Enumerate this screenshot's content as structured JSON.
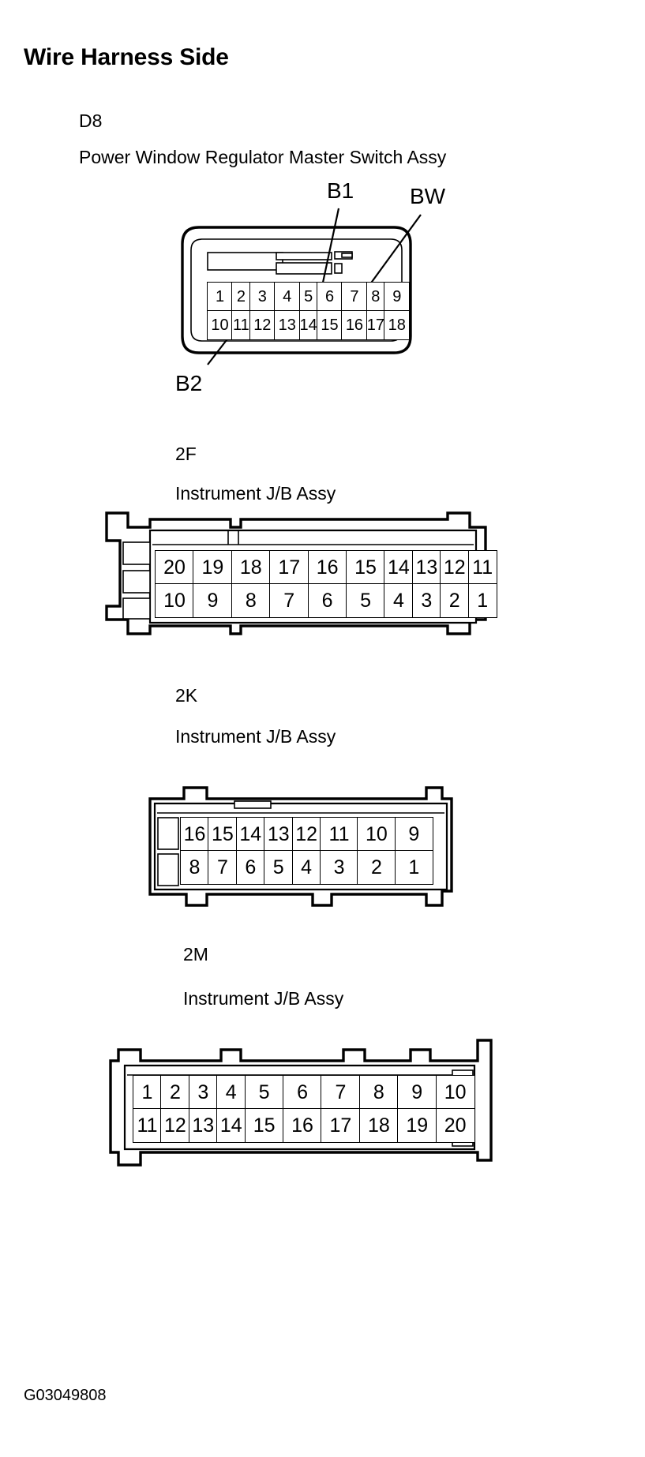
{
  "page": {
    "title": "Wire Harness Side",
    "figure_id": "G03049808",
    "background_color": "#ffffff",
    "line_color": "#000000"
  },
  "connectors": [
    {
      "code": "D8",
      "name": "Power Window Regulator Master Switch Assy",
      "shape": "rounded-rectangle-18-pin",
      "callouts": [
        {
          "label": "B1",
          "points_to_pin": "6",
          "position": "top"
        },
        {
          "label": "BW",
          "points_to_pin": "7",
          "position": "top-right"
        },
        {
          "label": "B2",
          "points_to_pin": "11",
          "position": "bottom-left"
        }
      ],
      "rows": [
        {
          "name": "upper",
          "pins": [
            {
              "number": "1",
              "width": "wide"
            },
            {
              "number": "2",
              "width": "narrow"
            },
            {
              "number": "3",
              "width": "wide"
            },
            {
              "number": "4",
              "width": "wide"
            },
            {
              "number": "5",
              "width": "narrow"
            },
            {
              "number": "6",
              "width": "wide"
            },
            {
              "number": "7",
              "width": "wide"
            },
            {
              "number": "8",
              "width": "narrow"
            },
            {
              "number": "9",
              "width": "wide"
            }
          ]
        },
        {
          "name": "lower",
          "pins": [
            {
              "number": "10",
              "width": "wide"
            },
            {
              "number": "11",
              "width": "narrow"
            },
            {
              "number": "12",
              "width": "wide"
            },
            {
              "number": "13",
              "width": "wide"
            },
            {
              "number": "14",
              "width": "narrow"
            },
            {
              "number": "15",
              "width": "wide"
            },
            {
              "number": "16",
              "width": "wide"
            },
            {
              "number": "17",
              "width": "narrow"
            },
            {
              "number": "18",
              "width": "wide"
            }
          ]
        }
      ]
    },
    {
      "code": "2F",
      "name": "Instrument J/B Assy",
      "shape": "wide-flanged-20-pin",
      "callouts": [],
      "rows": [
        {
          "name": "upper",
          "pins": [
            {
              "number": "20",
              "width": "wide"
            },
            {
              "number": "19",
              "width": "wide"
            },
            {
              "number": "18",
              "width": "wide"
            },
            {
              "number": "17",
              "width": "wide"
            },
            {
              "number": "16",
              "width": "wide"
            },
            {
              "number": "15",
              "width": "wide"
            },
            {
              "number": "14",
              "width": "narrow"
            },
            {
              "number": "13",
              "width": "narrow"
            },
            {
              "number": "12",
              "width": "narrow"
            },
            {
              "number": "11",
              "width": "narrow"
            }
          ]
        },
        {
          "name": "lower",
          "pins": [
            {
              "number": "10",
              "width": "wide"
            },
            {
              "number": "9",
              "width": "wide"
            },
            {
              "number": "8",
              "width": "wide"
            },
            {
              "number": "7",
              "width": "wide"
            },
            {
              "number": "6",
              "width": "wide"
            },
            {
              "number": "5",
              "width": "wide"
            },
            {
              "number": "4",
              "width": "narrow"
            },
            {
              "number": "3",
              "width": "narrow"
            },
            {
              "number": "2",
              "width": "narrow"
            },
            {
              "number": "1",
              "width": "narrow"
            }
          ]
        }
      ]
    },
    {
      "code": "2K",
      "name": "Instrument J/B Assy",
      "shape": "flanged-16-pin",
      "callouts": [],
      "rows": [
        {
          "name": "upper",
          "pins": [
            {
              "number": "16",
              "width": "narrow"
            },
            {
              "number": "15",
              "width": "narrow"
            },
            {
              "number": "14",
              "width": "narrow"
            },
            {
              "number": "13",
              "width": "narrow"
            },
            {
              "number": "12",
              "width": "narrow"
            },
            {
              "number": "11",
              "width": "wide"
            },
            {
              "number": "10",
              "width": "wide"
            },
            {
              "number": "9",
              "width": "wide"
            }
          ]
        },
        {
          "name": "lower",
          "pins": [
            {
              "number": "8",
              "width": "narrow"
            },
            {
              "number": "7",
              "width": "narrow"
            },
            {
              "number": "6",
              "width": "narrow"
            },
            {
              "number": "5",
              "width": "narrow"
            },
            {
              "number": "4",
              "width": "narrow"
            },
            {
              "number": "3",
              "width": "wide"
            },
            {
              "number": "2",
              "width": "wide"
            },
            {
              "number": "1",
              "width": "wide"
            }
          ]
        }
      ]
    },
    {
      "code": "2M",
      "name": "Instrument J/B Assy",
      "shape": "flanged-20-pin",
      "callouts": [],
      "rows": [
        {
          "name": "upper",
          "pins": [
            {
              "number": "1",
              "width": "narrow"
            },
            {
              "number": "2",
              "width": "narrow"
            },
            {
              "number": "3",
              "width": "narrow"
            },
            {
              "number": "4",
              "width": "narrow"
            },
            {
              "number": "5",
              "width": "wide"
            },
            {
              "number": "6",
              "width": "wide"
            },
            {
              "number": "7",
              "width": "wide"
            },
            {
              "number": "8",
              "width": "wide"
            },
            {
              "number": "9",
              "width": "wide"
            },
            {
              "number": "10",
              "width": "wide"
            }
          ]
        },
        {
          "name": "lower",
          "pins": [
            {
              "number": "11",
              "width": "narrow"
            },
            {
              "number": "12",
              "width": "narrow"
            },
            {
              "number": "13",
              "width": "narrow"
            },
            {
              "number": "14",
              "width": "narrow"
            },
            {
              "number": "15",
              "width": "wide"
            },
            {
              "number": "16",
              "width": "wide"
            },
            {
              "number": "17",
              "width": "wide"
            },
            {
              "number": "18",
              "width": "wide"
            },
            {
              "number": "19",
              "width": "wide"
            },
            {
              "number": "20",
              "width": "wide"
            }
          ]
        }
      ]
    }
  ]
}
